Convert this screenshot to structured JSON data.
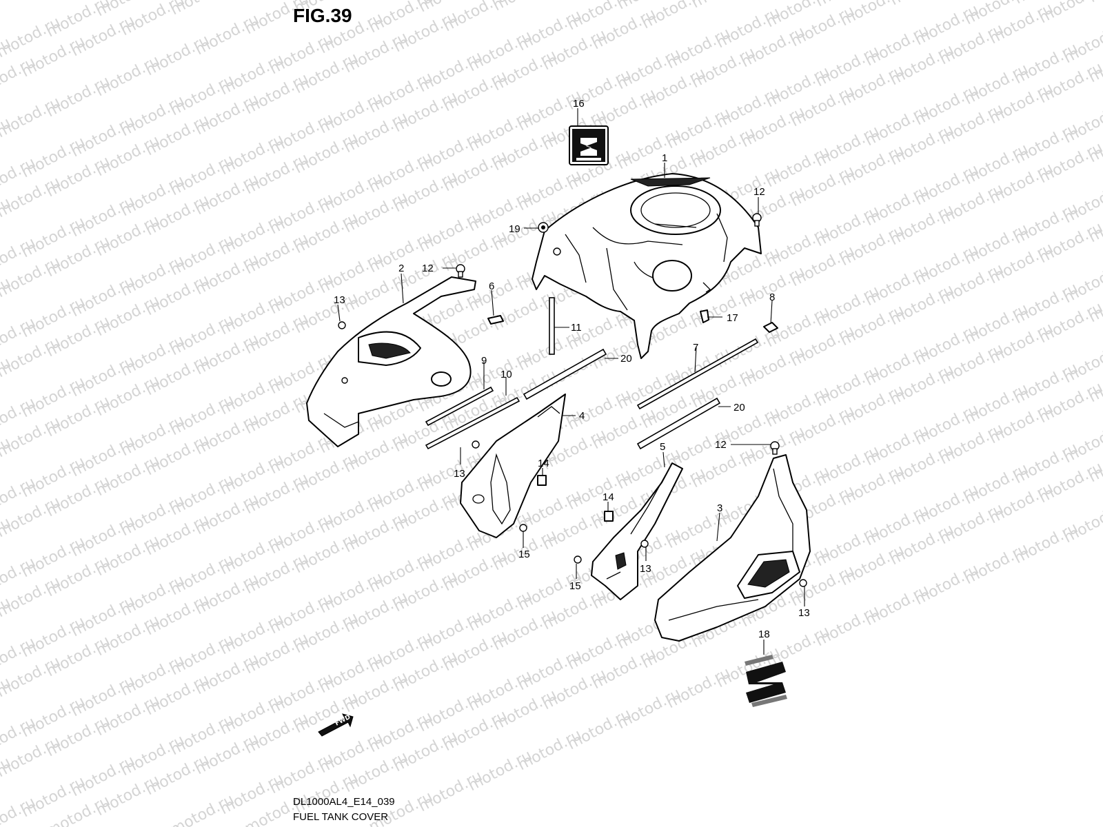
{
  "figure": {
    "title": "FIG.39",
    "code": "DL1000AL4_E14_039",
    "name": "FUEL TANK COVER"
  },
  "watermark": "motod.ru",
  "fwd_label": "FWD",
  "callouts": {
    "c1": "1",
    "c2": "2",
    "c3": "3",
    "c4": "4",
    "c5": "5",
    "c6": "6",
    "c7": "7",
    "c8": "8",
    "c9": "9",
    "c10": "10",
    "c11": "11",
    "c12a": "12",
    "c12b": "12",
    "c12c": "12",
    "c13a": "13",
    "c13b": "13",
    "c13c": "13",
    "c13d": "13",
    "c14a": "14",
    "c14b": "14",
    "c15a": "15",
    "c15b": "15",
    "c16": "16",
    "c17": "17",
    "c18": "18",
    "c19": "19",
    "c20a": "20",
    "c20b": "20"
  }
}
